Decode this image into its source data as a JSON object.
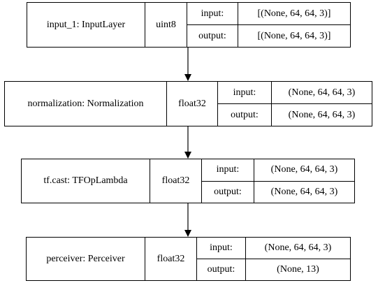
{
  "nodes": [
    {
      "id": "input_1",
      "name": "input_1: InputLayer",
      "dtype": "uint8",
      "input_label": "input:",
      "input_value": "[(None, 64, 64, 3)]",
      "output_label": "output:",
      "output_value": "[(None, 64, 64, 3)]"
    },
    {
      "id": "normalization",
      "name": "normalization: Normalization",
      "dtype": "float32",
      "input_label": "input:",
      "input_value": "(None, 64, 64, 3)",
      "output_label": "output:",
      "output_value": "(None, 64, 64, 3)"
    },
    {
      "id": "tf_cast",
      "name": "tf.cast: TFOpLambda",
      "dtype": "float32",
      "input_label": "input:",
      "input_value": "(None, 64, 64, 3)",
      "output_label": "output:",
      "output_value": "(None, 64, 64, 3)"
    },
    {
      "id": "perceiver",
      "name": "perceiver: Perceiver",
      "dtype": "float32",
      "input_label": "input:",
      "input_value": "(None, 64, 64, 3)",
      "output_label": "output:",
      "output_value": "(None, 13)"
    }
  ]
}
